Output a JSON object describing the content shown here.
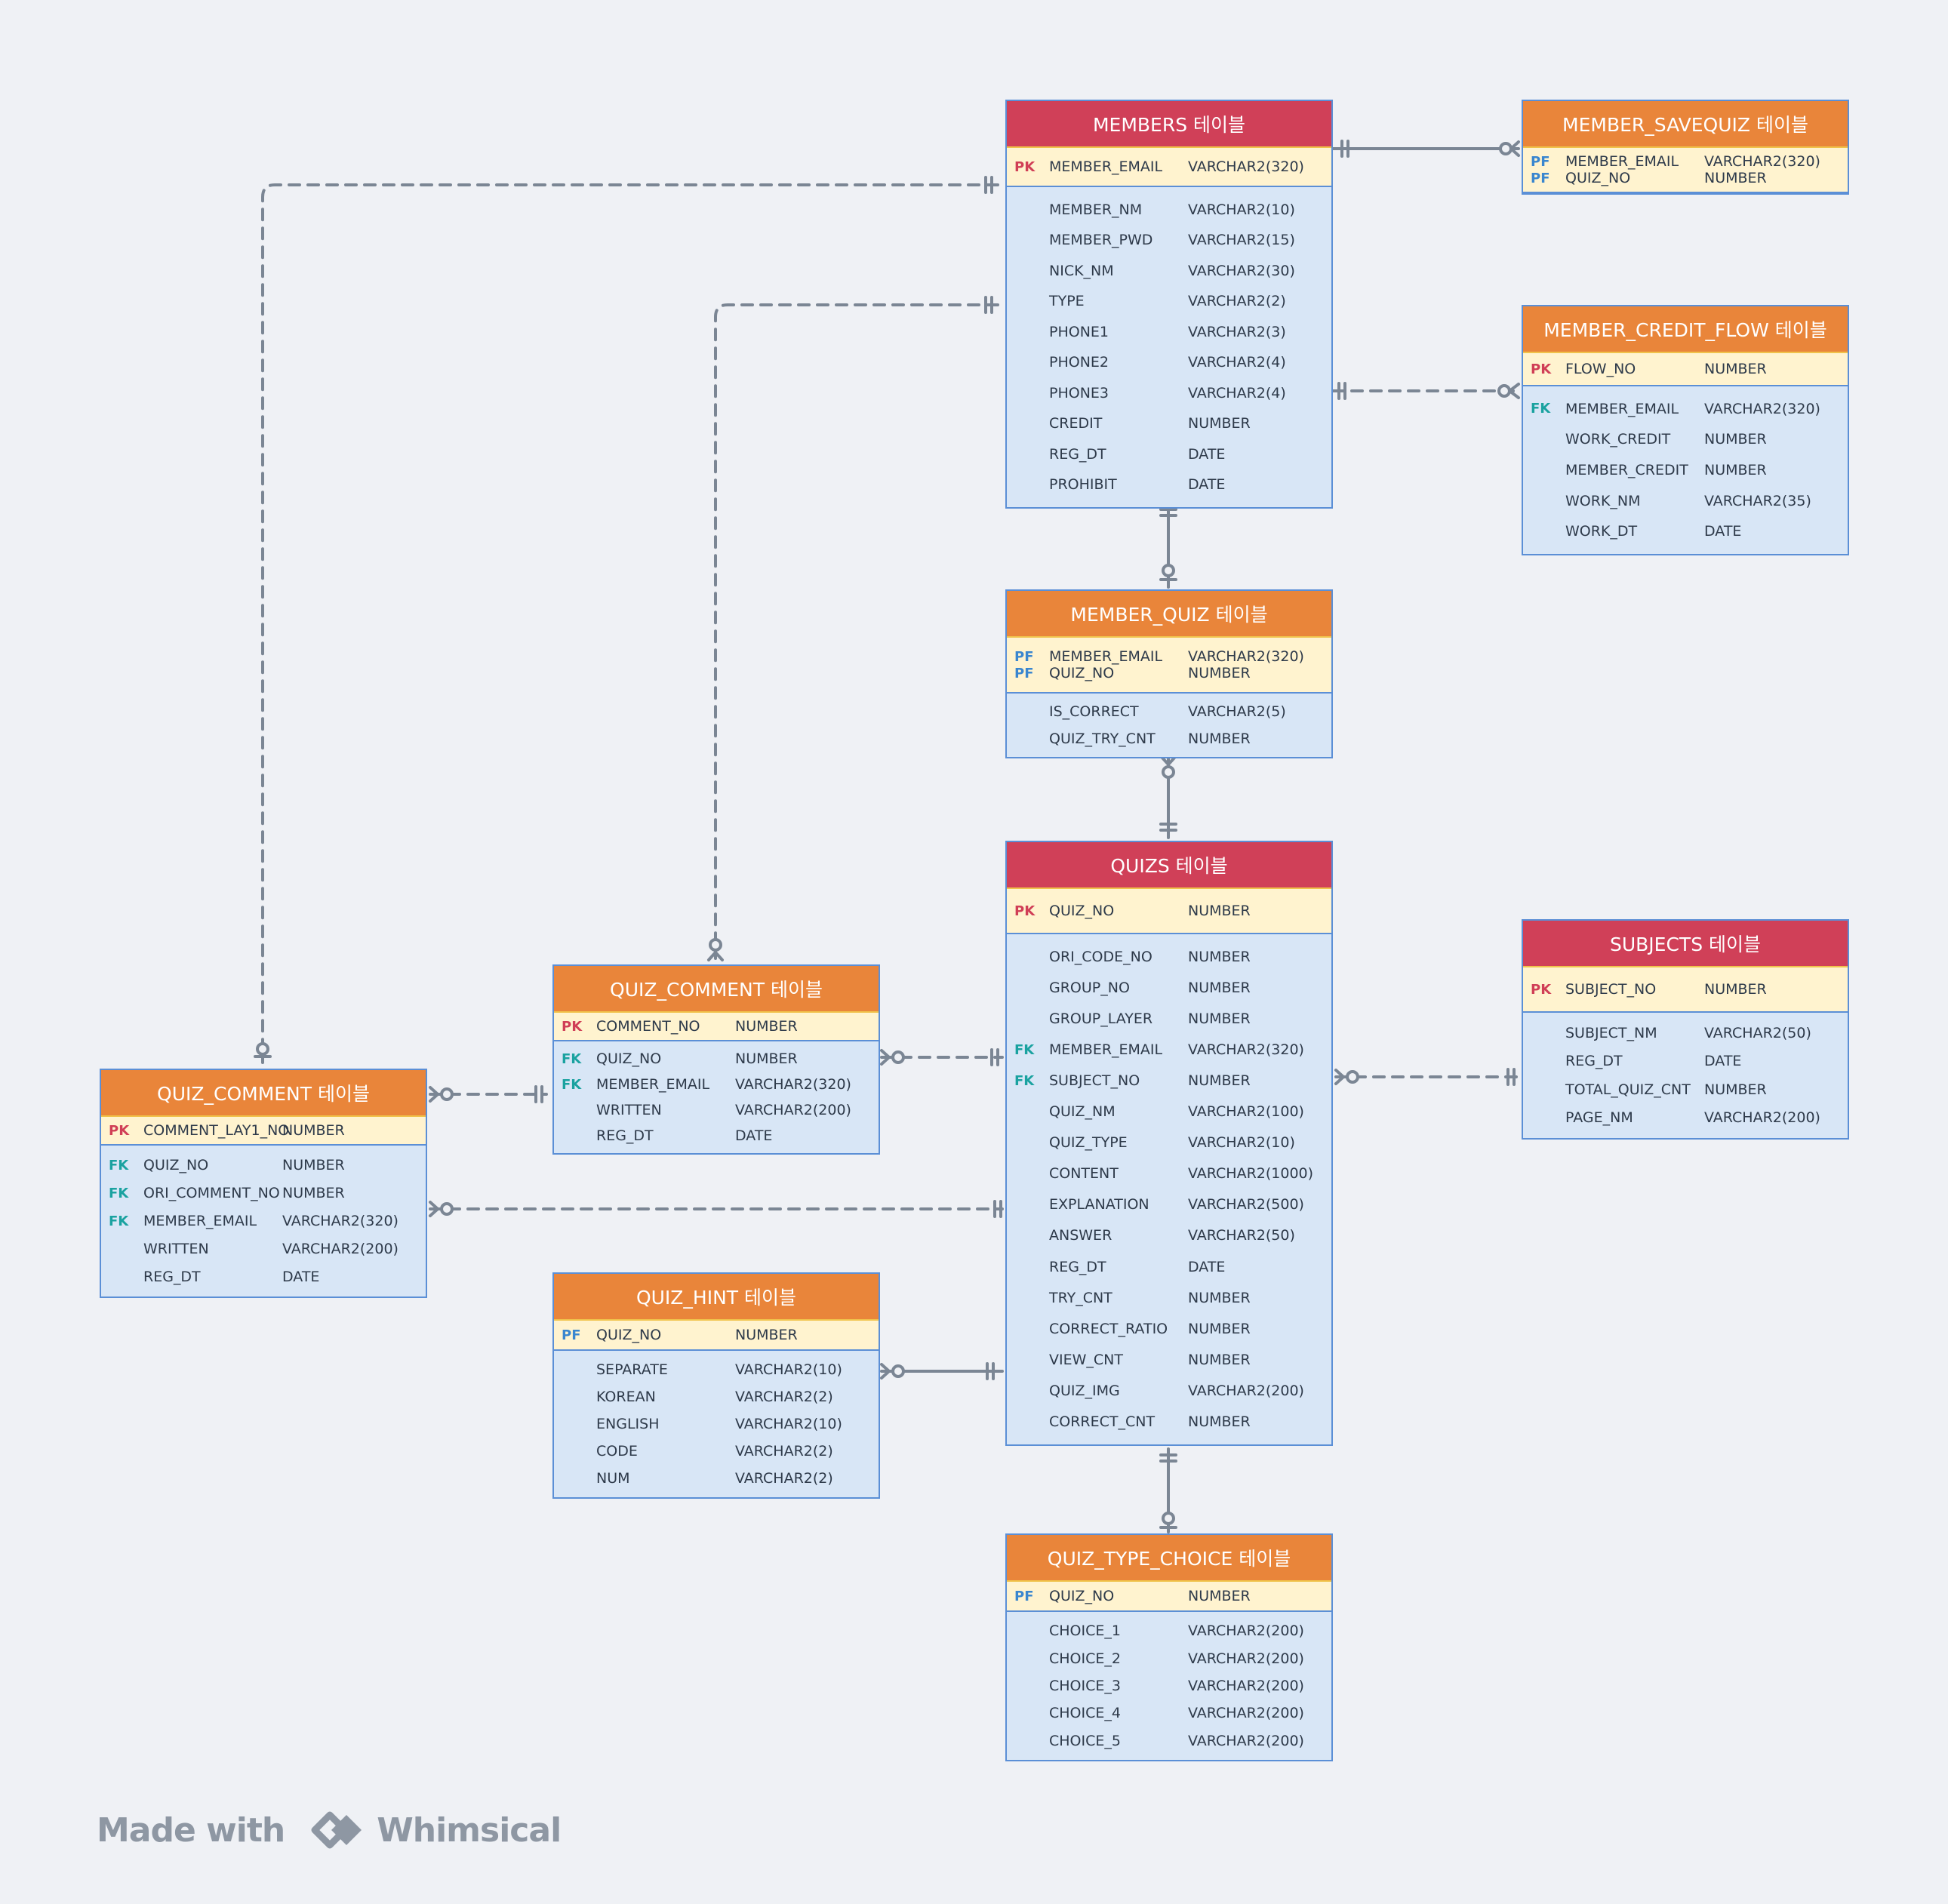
{
  "colors": {
    "primary_header": "#d04058",
    "relation_header": "#e9853a",
    "key_band": "#fff3cf",
    "body": "#d8e6f6",
    "border": "#5b8fd6",
    "pk": "#d03e56",
    "pf": "#3a86cf",
    "fk": "#1aa2a0",
    "connector": "#7b8694",
    "background": "#eff1f5"
  },
  "tables": {
    "members": {
      "title": "MEMBERS 테이블",
      "keys": [
        {
          "key": "PK",
          "name": "MEMBER_EMAIL",
          "type": "VARCHAR2(320)"
        }
      ],
      "fields": [
        {
          "key": "",
          "name": "MEMBER_NM",
          "type": "VARCHAR2(10)"
        },
        {
          "key": "",
          "name": "MEMBER_PWD",
          "type": "VARCHAR2(15)"
        },
        {
          "key": "",
          "name": "NICK_NM",
          "type": "VARCHAR2(30)"
        },
        {
          "key": "",
          "name": "TYPE",
          "type": "VARCHAR2(2)"
        },
        {
          "key": "",
          "name": "PHONE1",
          "type": "VARCHAR2(3)"
        },
        {
          "key": "",
          "name": "PHONE2",
          "type": "VARCHAR2(4)"
        },
        {
          "key": "",
          "name": "PHONE3",
          "type": "VARCHAR2(4)"
        },
        {
          "key": "",
          "name": "CREDIT",
          "type": "NUMBER"
        },
        {
          "key": "",
          "name": "REG_DT",
          "type": "DATE"
        },
        {
          "key": "",
          "name": "PROHIBIT",
          "type": "DATE"
        }
      ]
    },
    "member_savequiz": {
      "title": "MEMBER_SAVEQUIZ 테이블",
      "keys": [
        {
          "key": "PF",
          "name": "MEMBER_EMAIL",
          "type": "VARCHAR2(320)"
        },
        {
          "key": "PF",
          "name": "QUIZ_NO",
          "type": "NUMBER"
        }
      ],
      "fields": []
    },
    "member_credit_flow": {
      "title": "MEMBER_CREDIT_FLOW 테이블",
      "keys": [
        {
          "key": "PK",
          "name": "FLOW_NO",
          "type": "NUMBER"
        }
      ],
      "fields": [
        {
          "key": "FK",
          "name": "MEMBER_EMAIL",
          "type": "VARCHAR2(320)"
        },
        {
          "key": "",
          "name": "WORK_CREDIT",
          "type": "NUMBER"
        },
        {
          "key": "",
          "name": "MEMBER_CREDIT",
          "type": "NUMBER"
        },
        {
          "key": "",
          "name": "WORK_NM",
          "type": "VARCHAR2(35)"
        },
        {
          "key": "",
          "name": "WORK_DT",
          "type": "DATE"
        }
      ]
    },
    "member_quiz": {
      "title": "MEMBER_QUIZ 테이블",
      "keys": [
        {
          "key": "PF",
          "name": "MEMBER_EMAIL",
          "type": "VARCHAR2(320)"
        },
        {
          "key": "PF",
          "name": "QUIZ_NO",
          "type": "NUMBER"
        }
      ],
      "fields": [
        {
          "key": "",
          "name": "IS_CORRECT",
          "type": "VARCHAR2(5)"
        },
        {
          "key": "",
          "name": "QUIZ_TRY_CNT",
          "type": "NUMBER"
        }
      ]
    },
    "quizs": {
      "title": "QUIZS 테이블",
      "keys": [
        {
          "key": "PK",
          "name": "QUIZ_NO",
          "type": "NUMBER"
        }
      ],
      "fields": [
        {
          "key": "",
          "name": "ORI_CODE_NO",
          "type": "NUMBER"
        },
        {
          "key": "",
          "name": "GROUP_NO",
          "type": "NUMBER"
        },
        {
          "key": "",
          "name": "GROUP_LAYER",
          "type": "NUMBER"
        },
        {
          "key": "FK",
          "name": "MEMBER_EMAIL",
          "type": "VARCHAR2(320)"
        },
        {
          "key": "FK",
          "name": "SUBJECT_NO",
          "type": "NUMBER"
        },
        {
          "key": "",
          "name": "QUIZ_NM",
          "type": "VARCHAR2(100)"
        },
        {
          "key": "",
          "name": "QUIZ_TYPE",
          "type": "VARCHAR2(10)"
        },
        {
          "key": "",
          "name": "CONTENT",
          "type": "VARCHAR2(1000)"
        },
        {
          "key": "",
          "name": "EXPLANATION",
          "type": "VARCHAR2(500)"
        },
        {
          "key": "",
          "name": "ANSWER",
          "type": "VARCHAR2(50)"
        },
        {
          "key": "",
          "name": "REG_DT",
          "type": "DATE"
        },
        {
          "key": "",
          "name": "TRY_CNT",
          "type": "NUMBER"
        },
        {
          "key": "",
          "name": "CORRECT_RATIO",
          "type": "NUMBER"
        },
        {
          "key": "",
          "name": "VIEW_CNT",
          "type": "NUMBER"
        },
        {
          "key": "",
          "name": "QUIZ_IMG",
          "type": "VARCHAR2(200)"
        },
        {
          "key": "",
          "name": "CORRECT_CNT",
          "type": "NUMBER"
        }
      ]
    },
    "subjects": {
      "title": "SUBJECTS 테이블",
      "keys": [
        {
          "key": "PK",
          "name": "SUBJECT_NO",
          "type": "NUMBER"
        }
      ],
      "fields": [
        {
          "key": "",
          "name": "SUBJECT_NM",
          "type": "VARCHAR2(50)"
        },
        {
          "key": "",
          "name": "REG_DT",
          "type": "DATE"
        },
        {
          "key": "",
          "name": "TOTAL_QUIZ_CNT",
          "type": "NUMBER"
        },
        {
          "key": "",
          "name": "PAGE_NM",
          "type": "VARCHAR2(200)"
        }
      ]
    },
    "quiz_comment": {
      "title": "QUIZ_COMMENT 테이블",
      "keys": [
        {
          "key": "PK",
          "name": "COMMENT_NO",
          "type": "NUMBER"
        }
      ],
      "fields": [
        {
          "key": "FK",
          "name": "QUIZ_NO",
          "type": "NUMBER"
        },
        {
          "key": "FK",
          "name": "MEMBER_EMAIL",
          "type": "VARCHAR2(320)"
        },
        {
          "key": "",
          "name": "WRITTEN",
          "type": "VARCHAR2(200)"
        },
        {
          "key": "",
          "name": "REG_DT",
          "type": "DATE"
        }
      ]
    },
    "quiz_comment_lay1": {
      "title": "QUIZ_COMMENT 테이블",
      "keys": [
        {
          "key": "PK",
          "name": "COMMENT_LAY1_NO",
          "type": "NUMBER"
        }
      ],
      "fields": [
        {
          "key": "FK",
          "name": "QUIZ_NO",
          "type": "NUMBER"
        },
        {
          "key": "FK",
          "name": "ORI_COMMENT_NO",
          "type": "NUMBER"
        },
        {
          "key": "FK",
          "name": "MEMBER_EMAIL",
          "type": "VARCHAR2(320)"
        },
        {
          "key": "",
          "name": "WRITTEN",
          "type": "VARCHAR2(200)"
        },
        {
          "key": "",
          "name": "REG_DT",
          "type": "DATE"
        }
      ]
    },
    "quiz_hint": {
      "title": "QUIZ_HINT 테이블",
      "keys": [
        {
          "key": "PF",
          "name": "QUIZ_NO",
          "type": "NUMBER"
        }
      ],
      "fields": [
        {
          "key": "",
          "name": "SEPARATE",
          "type": "VARCHAR2(10)"
        },
        {
          "key": "",
          "name": "KOREAN",
          "type": "VARCHAR2(2)"
        },
        {
          "key": "",
          "name": "ENGLISH",
          "type": "VARCHAR2(10)"
        },
        {
          "key": "",
          "name": "CODE",
          "type": "VARCHAR2(2)"
        },
        {
          "key": "",
          "name": "NUM",
          "type": "VARCHAR2(2)"
        }
      ]
    },
    "quiz_type_choice": {
      "title": "QUIZ_TYPE_CHOICE 테이블",
      "keys": [
        {
          "key": "PF",
          "name": "QUIZ_NO",
          "type": "NUMBER"
        }
      ],
      "fields": [
        {
          "key": "",
          "name": "CHOICE_1",
          "type": "VARCHAR2(200)"
        },
        {
          "key": "",
          "name": "CHOICE_2",
          "type": "VARCHAR2(200)"
        },
        {
          "key": "",
          "name": "CHOICE_3",
          "type": "VARCHAR2(200)"
        },
        {
          "key": "",
          "name": "CHOICE_4",
          "type": "VARCHAR2(200)"
        },
        {
          "key": "",
          "name": "CHOICE_5",
          "type": "VARCHAR2(200)"
        }
      ]
    }
  },
  "relationships": [
    {
      "from": "members",
      "to": "member_savequiz",
      "from_card": "one-and-only-one",
      "to_card": "zero-or-many",
      "line": "solid"
    },
    {
      "from": "members",
      "to": "member_credit_flow",
      "from_card": "one-and-only-one",
      "to_card": "zero-or-many",
      "line": "dashed"
    },
    {
      "from": "members",
      "to": "member_quiz",
      "from_card": "one-and-only-one",
      "to_card": "zero-or-one",
      "line": "solid"
    },
    {
      "from": "member_quiz",
      "to": "quizs",
      "from_card": "zero-or-many",
      "to_card": "one-and-only-one",
      "line": "solid"
    },
    {
      "from": "members",
      "to": "quiz_comment",
      "from_card": "one-and-only-one",
      "to_card": "zero-or-many",
      "line": "dashed"
    },
    {
      "from": "members",
      "to": "quiz_comment_lay1",
      "from_card": "one-and-only-one",
      "to_card": "zero-or-one",
      "line": "dashed"
    },
    {
      "from": "quiz_comment",
      "to": "quizs",
      "from_card": "zero-or-many",
      "to_card": "one-and-only-one",
      "line": "dashed"
    },
    {
      "from": "quiz_comment_lay1",
      "to": "quiz_comment",
      "from_card": "zero-or-many",
      "to_card": "one-and-only-one",
      "line": "dashed"
    },
    {
      "from": "quiz_comment_lay1",
      "to": "quizs",
      "from_card": "zero-or-many",
      "to_card": "one-and-only-one",
      "line": "dashed"
    },
    {
      "from": "quiz_hint",
      "to": "quizs",
      "from_card": "zero-or-many",
      "to_card": "one-and-only-one",
      "line": "solid"
    },
    {
      "from": "quizs",
      "to": "subjects",
      "from_card": "zero-or-many",
      "to_card": "one-and-only-one",
      "line": "dashed"
    },
    {
      "from": "quizs",
      "to": "quiz_type_choice",
      "from_card": "one-and-only-one",
      "to_card": "zero-or-one",
      "line": "solid"
    }
  ],
  "branding": {
    "made_with": "Made with",
    "product": "Whimsical",
    "logo_icon": "whimsical-logo-icon"
  }
}
